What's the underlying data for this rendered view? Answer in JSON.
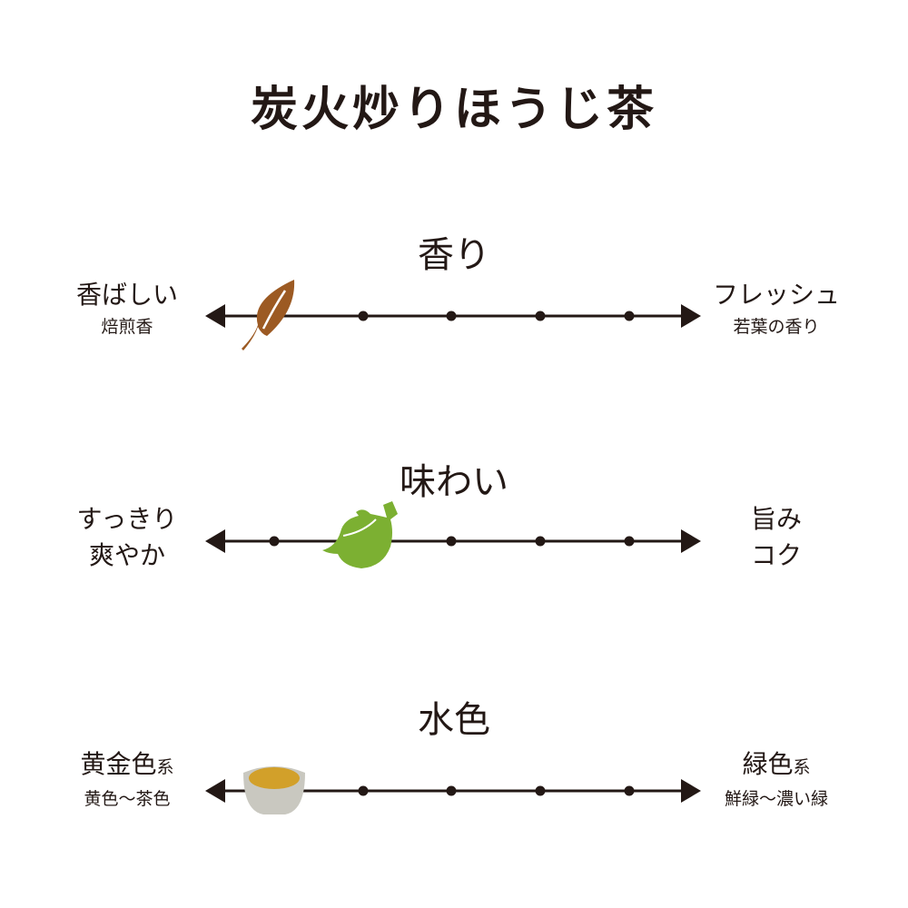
{
  "title": "炭火炒りほうじ茶",
  "scales": [
    {
      "name": "香り",
      "left_main": "香ばしい",
      "left_sub": "焙煎香",
      "right_main": "フレッシュ",
      "right_sub": "若葉の香り",
      "value": 1,
      "steps": 5,
      "marker_icon": "tea-leaf-icon",
      "marker_color": "#9c5a23"
    },
    {
      "name": "味わい",
      "left_main": "すっきり",
      "left_sub": "爽やか",
      "right_main": "旨み",
      "right_sub": "コク",
      "value": 2,
      "steps": 5,
      "marker_icon": "teapot-icon",
      "marker_color": "#7cb032"
    },
    {
      "name": "水色",
      "left_main": "黄金色",
      "left_main_suffix": "系",
      "left_sub": "黄色〜茶色",
      "right_main": "緑色",
      "right_main_suffix": "系",
      "right_sub": "鮮緑〜濃い緑",
      "value": 1,
      "steps": 5,
      "marker_icon": "tea-cup-icon",
      "marker_color": "#d2a02a"
    }
  ],
  "colors": {
    "line": "#231815",
    "cup": "#c9c8c0"
  }
}
